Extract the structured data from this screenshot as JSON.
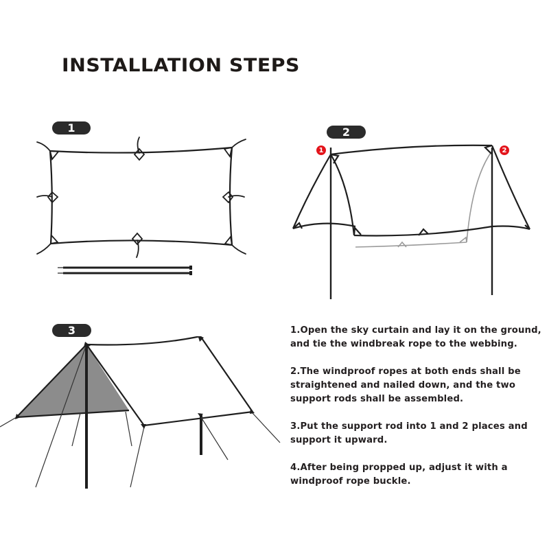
{
  "header": {
    "title": "INSTALLATION STEPS"
  },
  "figures": [
    {
      "badge": "1",
      "caption": "Tarp laid flat with windbreak ropes and two support rods"
    },
    {
      "badge": "2",
      "markers": [
        "1",
        "2"
      ],
      "caption": "Tarp raised on two support rods at points 1 and 2"
    },
    {
      "badge": "3",
      "caption": "Tarp pitched with guy ropes"
    }
  ],
  "steps": [
    {
      "number": "1",
      "text": "1.Open the sky curtain and lay it on the ground, and tie the windbreak rope to the webbing."
    },
    {
      "number": "2",
      "text": "2.The windproof ropes at both ends shall be straightened and nailed down, and the two support rods shall be assembled."
    },
    {
      "number": "3",
      "text": "3.Put the support rod into 1 and 2 places and support it upward."
    },
    {
      "number": "4",
      "text": "4.After being propped up, adjust it with a windproof rope buckle."
    }
  ],
  "colors": {
    "badge_bg": "#2b2b2b",
    "marker_red": "#e3141b",
    "line": "#1e1e1e",
    "shade": "#8c8c8c",
    "ghost_line": "#9a9a9a"
  }
}
